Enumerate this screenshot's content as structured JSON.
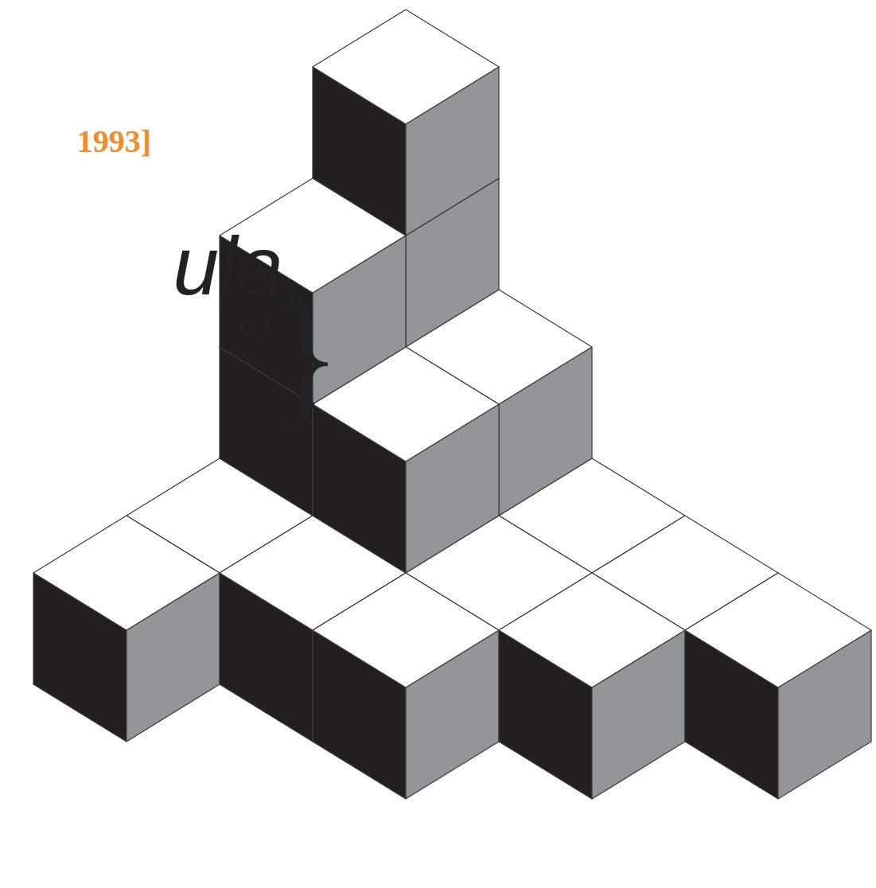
{
  "diagram": {
    "labels": [
      "1993]",
      "ula,",
      "α)",
      "}",
      "."
    ]
  }
}
